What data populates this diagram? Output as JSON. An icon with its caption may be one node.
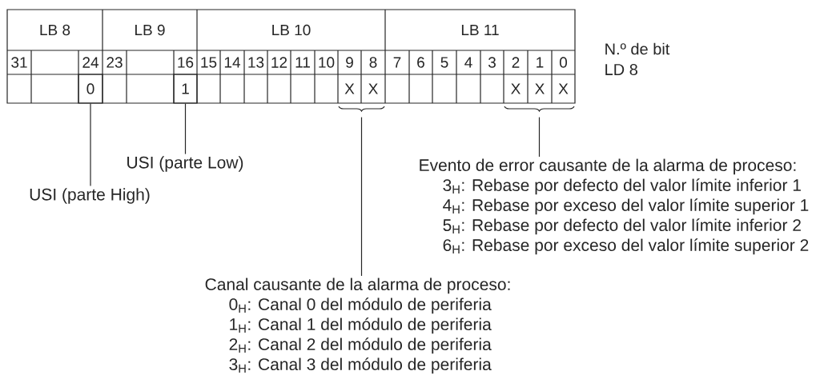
{
  "diagram": {
    "nodes": [
      {
        "text": [
          "0"
        ]
      },
      {
        "text": [
          "1"
        ]
      },
      {
        "text": [],
        "shape": "brace"
      },
      {
        "text": [],
        "shape": "brace"
      },
      {
        "text": [
          "USI (parte Low)"
        ]
      },
      {
        "text": [
          "USI (parte High)"
        ]
      },
      {
        "text": [
          "Evento de error causante de la alarma de proceso:",
          "3$_{H}$: Rebase por defecto del valor límite inferior 1",
          "4$_{H}$: Rebase por exceso del valor límite superior 1",
          "5$_{H}$: Rebase por defecto del valor límite inferior 2",
          "6$_{H}$: Rebase por exceso del valor límite superior 2"
        ]
      },
      {
        "text": [
          "Canal causante de la alarma de proceso:",
          "0$_{H}$: Canal 0 del módulo de periferia",
          "1$_{H}$: Canal 1 del módulo de periferia",
          "2$_{H}$: Canal 2 del módulo de periferia",
          "3$_{H}$: Canal 3 del módulo de periferia"
        ]
      }
    ],
    "edges": [
      {
        "from": 4,
        "to": 1,
        "arrow": "none"
      },
      {
        "from": 5,
        "to": 0,
        "arrow": "none"
      },
      {
        "from": 6,
        "to": 3,
        "arrow": "none"
      },
      {
        "from": 7,
        "to": 2,
        "arrow": "none"
      }
    ],
    "labels": [
      "LB 8",
      "LB 9",
      "LB 10",
      "LB 11",
      "N.º de bit",
      "31",
      "24",
      "23",
      "16",
      "15",
      "14",
      "13",
      "12",
      "11",
      "10",
      "9",
      "8",
      "7",
      "6",
      "5",
      "4",
      "3",
      "2",
      "1",
      "0",
      "LD 8",
      "X",
      "X",
      "X",
      "X",
      "X"
    ]
  }
}
